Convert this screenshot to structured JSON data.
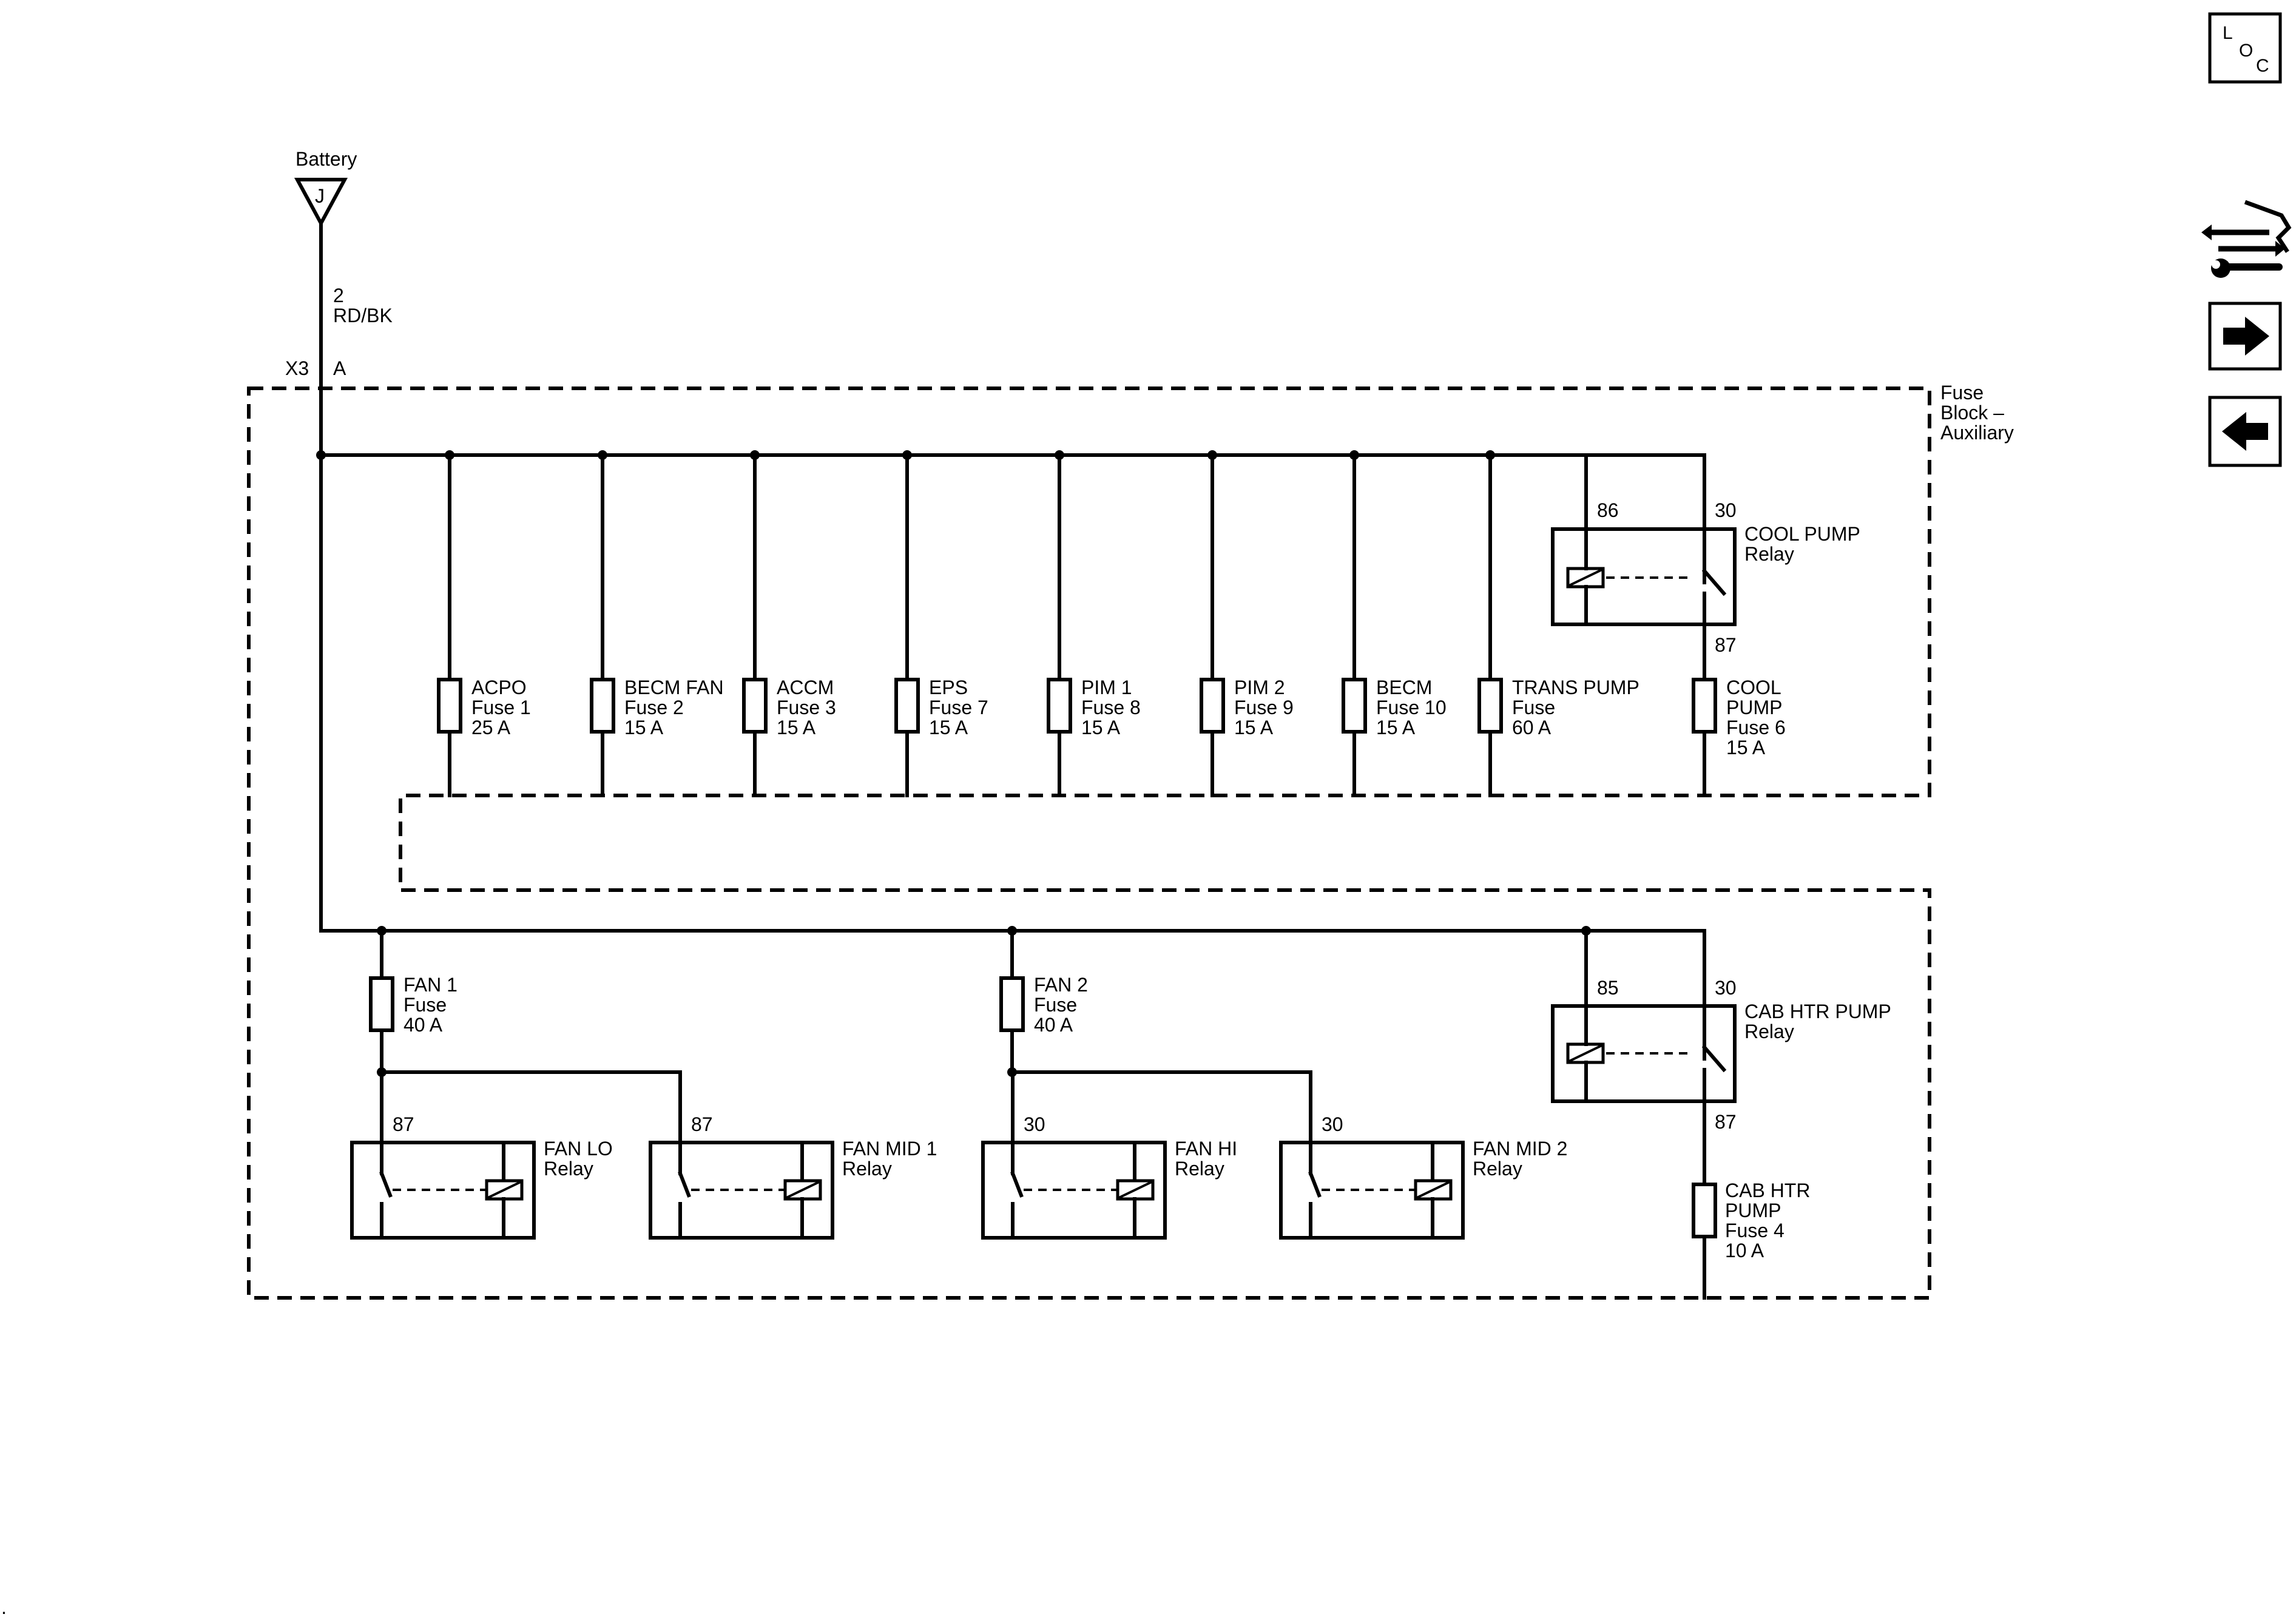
{
  "battery": {
    "label": "Battery",
    "pin": "J",
    "circuit": "2",
    "wire": "RD/BK",
    "connector": "X3",
    "terminal": "A"
  },
  "fuse_block_label": [
    "Fuse",
    "Block –",
    "Auxiliary"
  ],
  "upper_fuses": [
    {
      "id": "acpo",
      "lines": [
        "ACPO",
        "Fuse 1",
        "25 A"
      ]
    },
    {
      "id": "becm-fan",
      "lines": [
        "BECM FAN",
        "Fuse 2",
        "15 A"
      ]
    },
    {
      "id": "accm",
      "lines": [
        "ACCM",
        "Fuse 3",
        "15 A"
      ]
    },
    {
      "id": "eps",
      "lines": [
        "EPS",
        "Fuse 7",
        "15 A"
      ]
    },
    {
      "id": "pim1",
      "lines": [
        "PIM 1",
        "Fuse 8",
        "15 A"
      ]
    },
    {
      "id": "pim2",
      "lines": [
        "PIM 2",
        "Fuse 9",
        "15 A"
      ]
    },
    {
      "id": "becm",
      "lines": [
        "BECM",
        "Fuse 10",
        "15 A"
      ]
    },
    {
      "id": "trans-pump",
      "lines": [
        "TRANS PUMP",
        "Fuse",
        "60 A"
      ]
    },
    {
      "id": "cool-pump",
      "lines": [
        "COOL",
        "PUMP",
        "Fuse 6",
        "15 A"
      ]
    }
  ],
  "cool_pump_relay": {
    "lines": [
      "COOL PUMP",
      "Relay"
    ],
    "pin_coil": "86",
    "pin_in": "30",
    "pin_out": "87"
  },
  "cab_htr_relay": {
    "lines": [
      "CAB HTR PUMP",
      "Relay"
    ],
    "pin_coil": "85",
    "pin_in": "30",
    "pin_out": "87"
  },
  "cab_htr_fuse": {
    "lines": [
      "CAB HTR",
      "PUMP",
      "Fuse 4",
      "10 A"
    ]
  },
  "fan_fuses": [
    {
      "id": "fan1",
      "lines": [
        "FAN 1",
        "Fuse",
        "40 A"
      ]
    },
    {
      "id": "fan2",
      "lines": [
        "FAN 2",
        "Fuse",
        "40 A"
      ]
    }
  ],
  "fan_relays": [
    {
      "id": "fan-lo",
      "lines": [
        "FAN LO",
        "Relay"
      ],
      "pin": "87"
    },
    {
      "id": "fan-mid1",
      "lines": [
        "FAN MID 1",
        "Relay"
      ],
      "pin": "87"
    },
    {
      "id": "fan-hi",
      "lines": [
        "FAN HI",
        "Relay"
      ],
      "pin": "30"
    },
    {
      "id": "fan-mid2",
      "lines": [
        "FAN MID 2",
        "Relay"
      ],
      "pin": "30"
    }
  ],
  "nav": {
    "loc_letters": [
      "L",
      "O",
      "C"
    ],
    "service_icon": "service-icon",
    "next_icon": "arrow-right-icon",
    "prev_icon": "arrow-left-icon"
  },
  "footer_mark": "."
}
